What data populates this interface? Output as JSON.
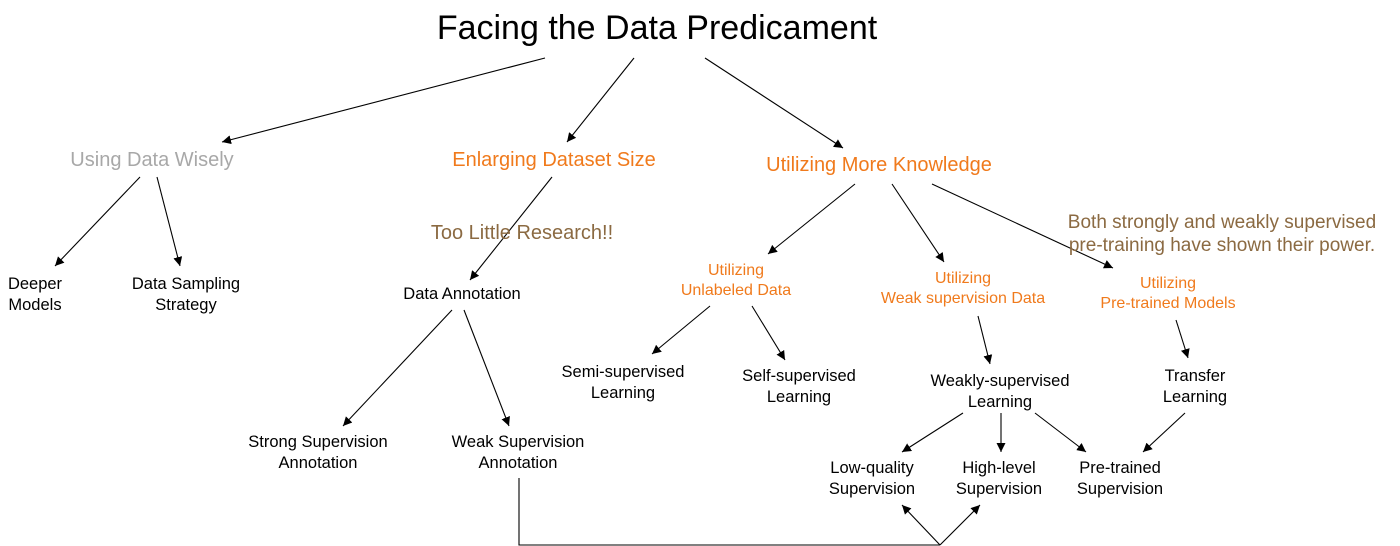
{
  "diagram": {
    "title": "Facing the Data Predicament",
    "colors": {
      "line": "#000000",
      "branch_active": "#f07a1c",
      "branch_inactive": "#a8a8a8",
      "annotation": "#8b6a42",
      "leaf": "#000000"
    },
    "branches": {
      "using_data_wisely": "Using Data Wisely",
      "enlarging_dataset_size": "Enlarging Dataset Size",
      "utilizing_more_knowledge": "Utilizing More Knowledge"
    },
    "nodes": {
      "deeper_models": [
        "Deeper",
        "Models"
      ],
      "data_sampling_strategy": [
        "Data Sampling",
        "Strategy"
      ],
      "data_annotation": "Data Annotation",
      "strong_supervision_annotation": [
        "Strong Supervision",
        "Annotation"
      ],
      "weak_supervision_annotation": [
        "Weak Supervision",
        "Annotation"
      ],
      "utilizing_unlabeled_data": [
        "Utilizing",
        "Unlabeled Data"
      ],
      "utilizing_weak_supervision_data": [
        "Utilizing",
        "Weak supervision Data"
      ],
      "utilizing_pretrained_models": [
        "Utilizing",
        "Pre-trained Models"
      ],
      "semi_supervised_learning": [
        "Semi-supervised",
        "Learning"
      ],
      "self_supervised_learning": [
        "Self-supervised",
        "Learning"
      ],
      "weakly_supervised_learning": [
        "Weakly-supervised",
        "Learning"
      ],
      "transfer_learning": [
        "Transfer",
        "Learning"
      ],
      "low_quality_supervision": [
        "Low-quality",
        "Supervision"
      ],
      "high_level_supervision": [
        "High-level",
        "Supervision"
      ],
      "pretrained_supervision": [
        "Pre-trained",
        "Supervision"
      ]
    },
    "annotations": {
      "too_little_research": "Too Little Research!!",
      "pretraining_power": [
        "Both  strongly and weakly supervised",
        "pre-training have shown their power."
      ]
    }
  }
}
